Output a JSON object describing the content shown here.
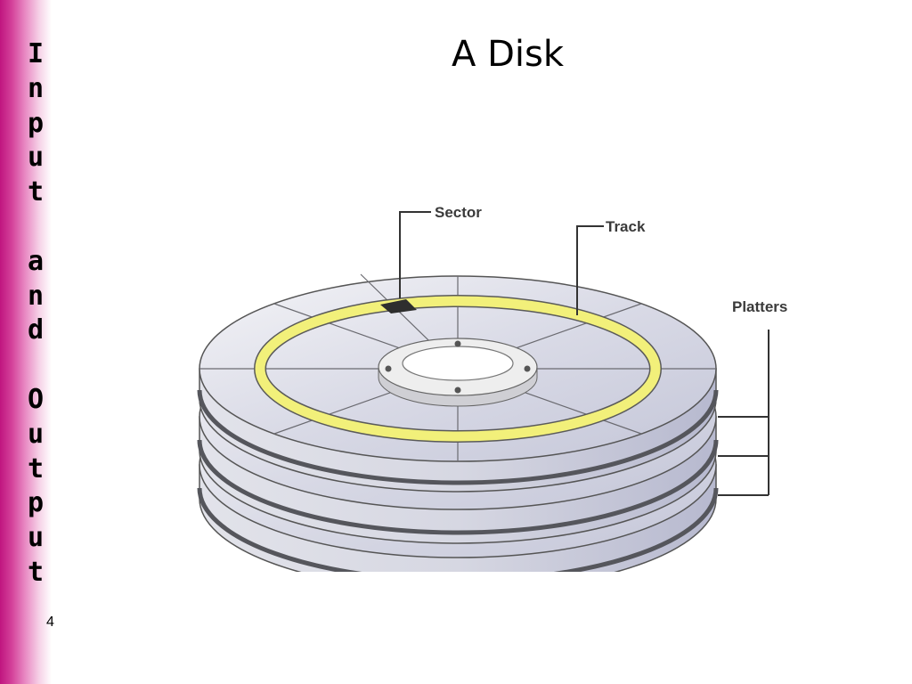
{
  "sidebar": {
    "vertical_title": "Input and Output",
    "color": "#c0157f"
  },
  "slide": {
    "title": "A Disk",
    "number": "4"
  },
  "diagram": {
    "labels": {
      "sector": "Sector",
      "track": "Track",
      "platters": "Platters"
    },
    "colors": {
      "platter_top": "#dcdde6",
      "platter_edge": "#55565c",
      "track": "#f2f07a",
      "sector": "#2e2e2e",
      "hub": "#eeeeee"
    }
  }
}
